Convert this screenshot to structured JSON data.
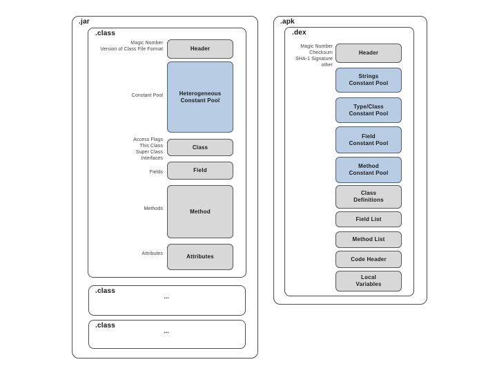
{
  "jar": {
    "title": ".jar",
    "main_class": {
      "title": ".class",
      "rows": [
        {
          "label": "Magic Number\nVersion of Class File Format",
          "box": "Header",
          "type": "gray"
        },
        {
          "label": "Constant Pool",
          "box": "Heterogeneous\nConstant Pool",
          "type": "blue"
        },
        {
          "label": "Access Flags\nThis Class\nSuper Class\nInterfaces",
          "box": "Class",
          "type": "gray"
        },
        {
          "label": "Fields",
          "box": "Field",
          "type": "gray"
        },
        {
          "label": "Methods",
          "box": "Method",
          "type": "gray"
        },
        {
          "label": "Attributes",
          "box": "Attributes",
          "type": "gray"
        }
      ]
    },
    "more_classes": [
      {
        "title": ".class",
        "ellipsis": "..."
      },
      {
        "title": ".class",
        "ellipsis": "..."
      }
    ]
  },
  "apk": {
    "title": ".apk",
    "dex": {
      "title": ".dex",
      "header_label": "Magic Number\nChecksum\nSHA-1 Signature\nother",
      "boxes": [
        {
          "text": "Header",
          "type": "gray"
        },
        {
          "text": "Strings\nConstant Pool",
          "type": "blue"
        },
        {
          "text": "Type/Class\nConstant Pool",
          "type": "blue"
        },
        {
          "text": "Field\nConstant Pool",
          "type": "blue"
        },
        {
          "text": "Method\nConstant Pool",
          "type": "blue"
        },
        {
          "text": "Class\nDefinitions",
          "type": "gray"
        },
        {
          "text": "Field List",
          "type": "gray"
        },
        {
          "text": "Method List",
          "type": "gray"
        },
        {
          "text": "Code Header",
          "type": "gray"
        },
        {
          "text": "Local\nVariables",
          "type": "gray"
        }
      ]
    }
  },
  "colors": {
    "gray_fill": "#d8d8d8",
    "gray_border": "#565656",
    "blue_fill": "#b8cce4",
    "blue_border": "#4e5f73",
    "outline": "#4a4a4a"
  }
}
